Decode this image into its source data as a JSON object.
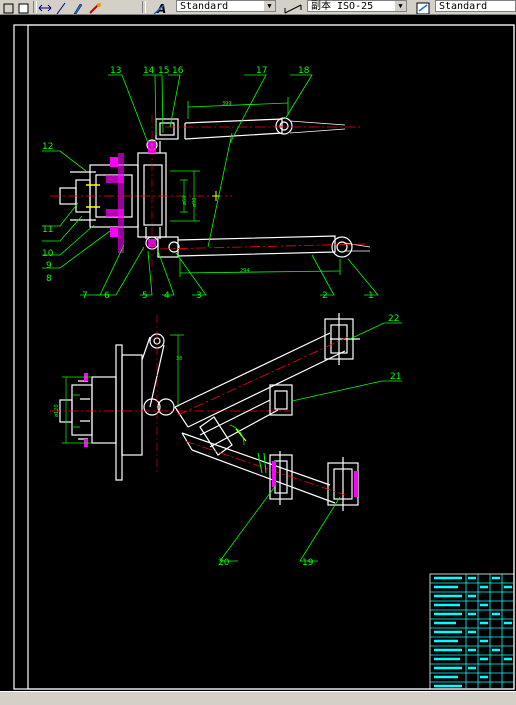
{
  "toolbar": {
    "text_style": "Standard",
    "dim_style": "副本 ISO-25",
    "table_style": "Standard"
  },
  "drawing": {
    "top_view_labels": [
      "13",
      "14",
      "15",
      "16",
      "17",
      "18",
      "12",
      "11",
      "10",
      "9",
      "8",
      "7",
      "6",
      "5",
      "4",
      "3",
      "2",
      "1"
    ],
    "bottom_view_labels": [
      "22",
      "21",
      "20",
      "19"
    ]
  },
  "colors": {
    "background": "#000000",
    "outline": "#ffffff",
    "dimension": "#00ff00",
    "centerline": "#ff0000",
    "hatch": "#ff00ff",
    "frame": "#ffffff",
    "titleblock": "#00ffff",
    "accent": "#ffff00"
  }
}
